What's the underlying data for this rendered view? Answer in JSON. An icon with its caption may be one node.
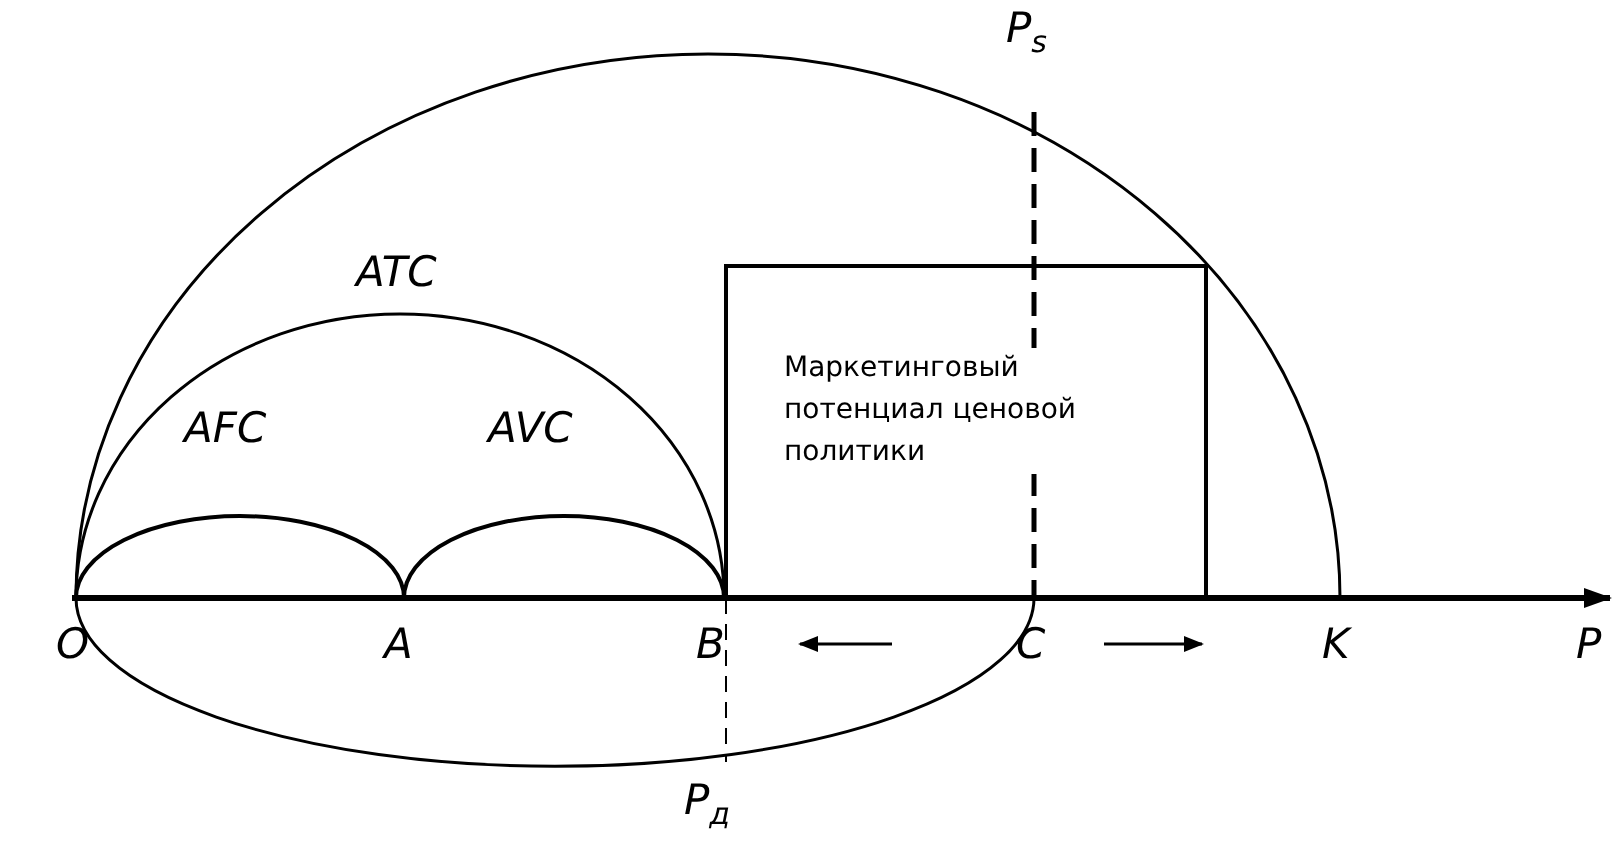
{
  "diagram": {
    "nodes": [
      {
        "text": [
          "Маркетинговый потенциал ценовой политики"
        ]
      }
    ],
    "labels": [
      "P$_{s}$",
      "ATC",
      "AFC",
      "AVC",
      "O",
      "A",
      "B",
      "C",
      "K",
      "P",
      "P$_{д}$"
    ]
  }
}
